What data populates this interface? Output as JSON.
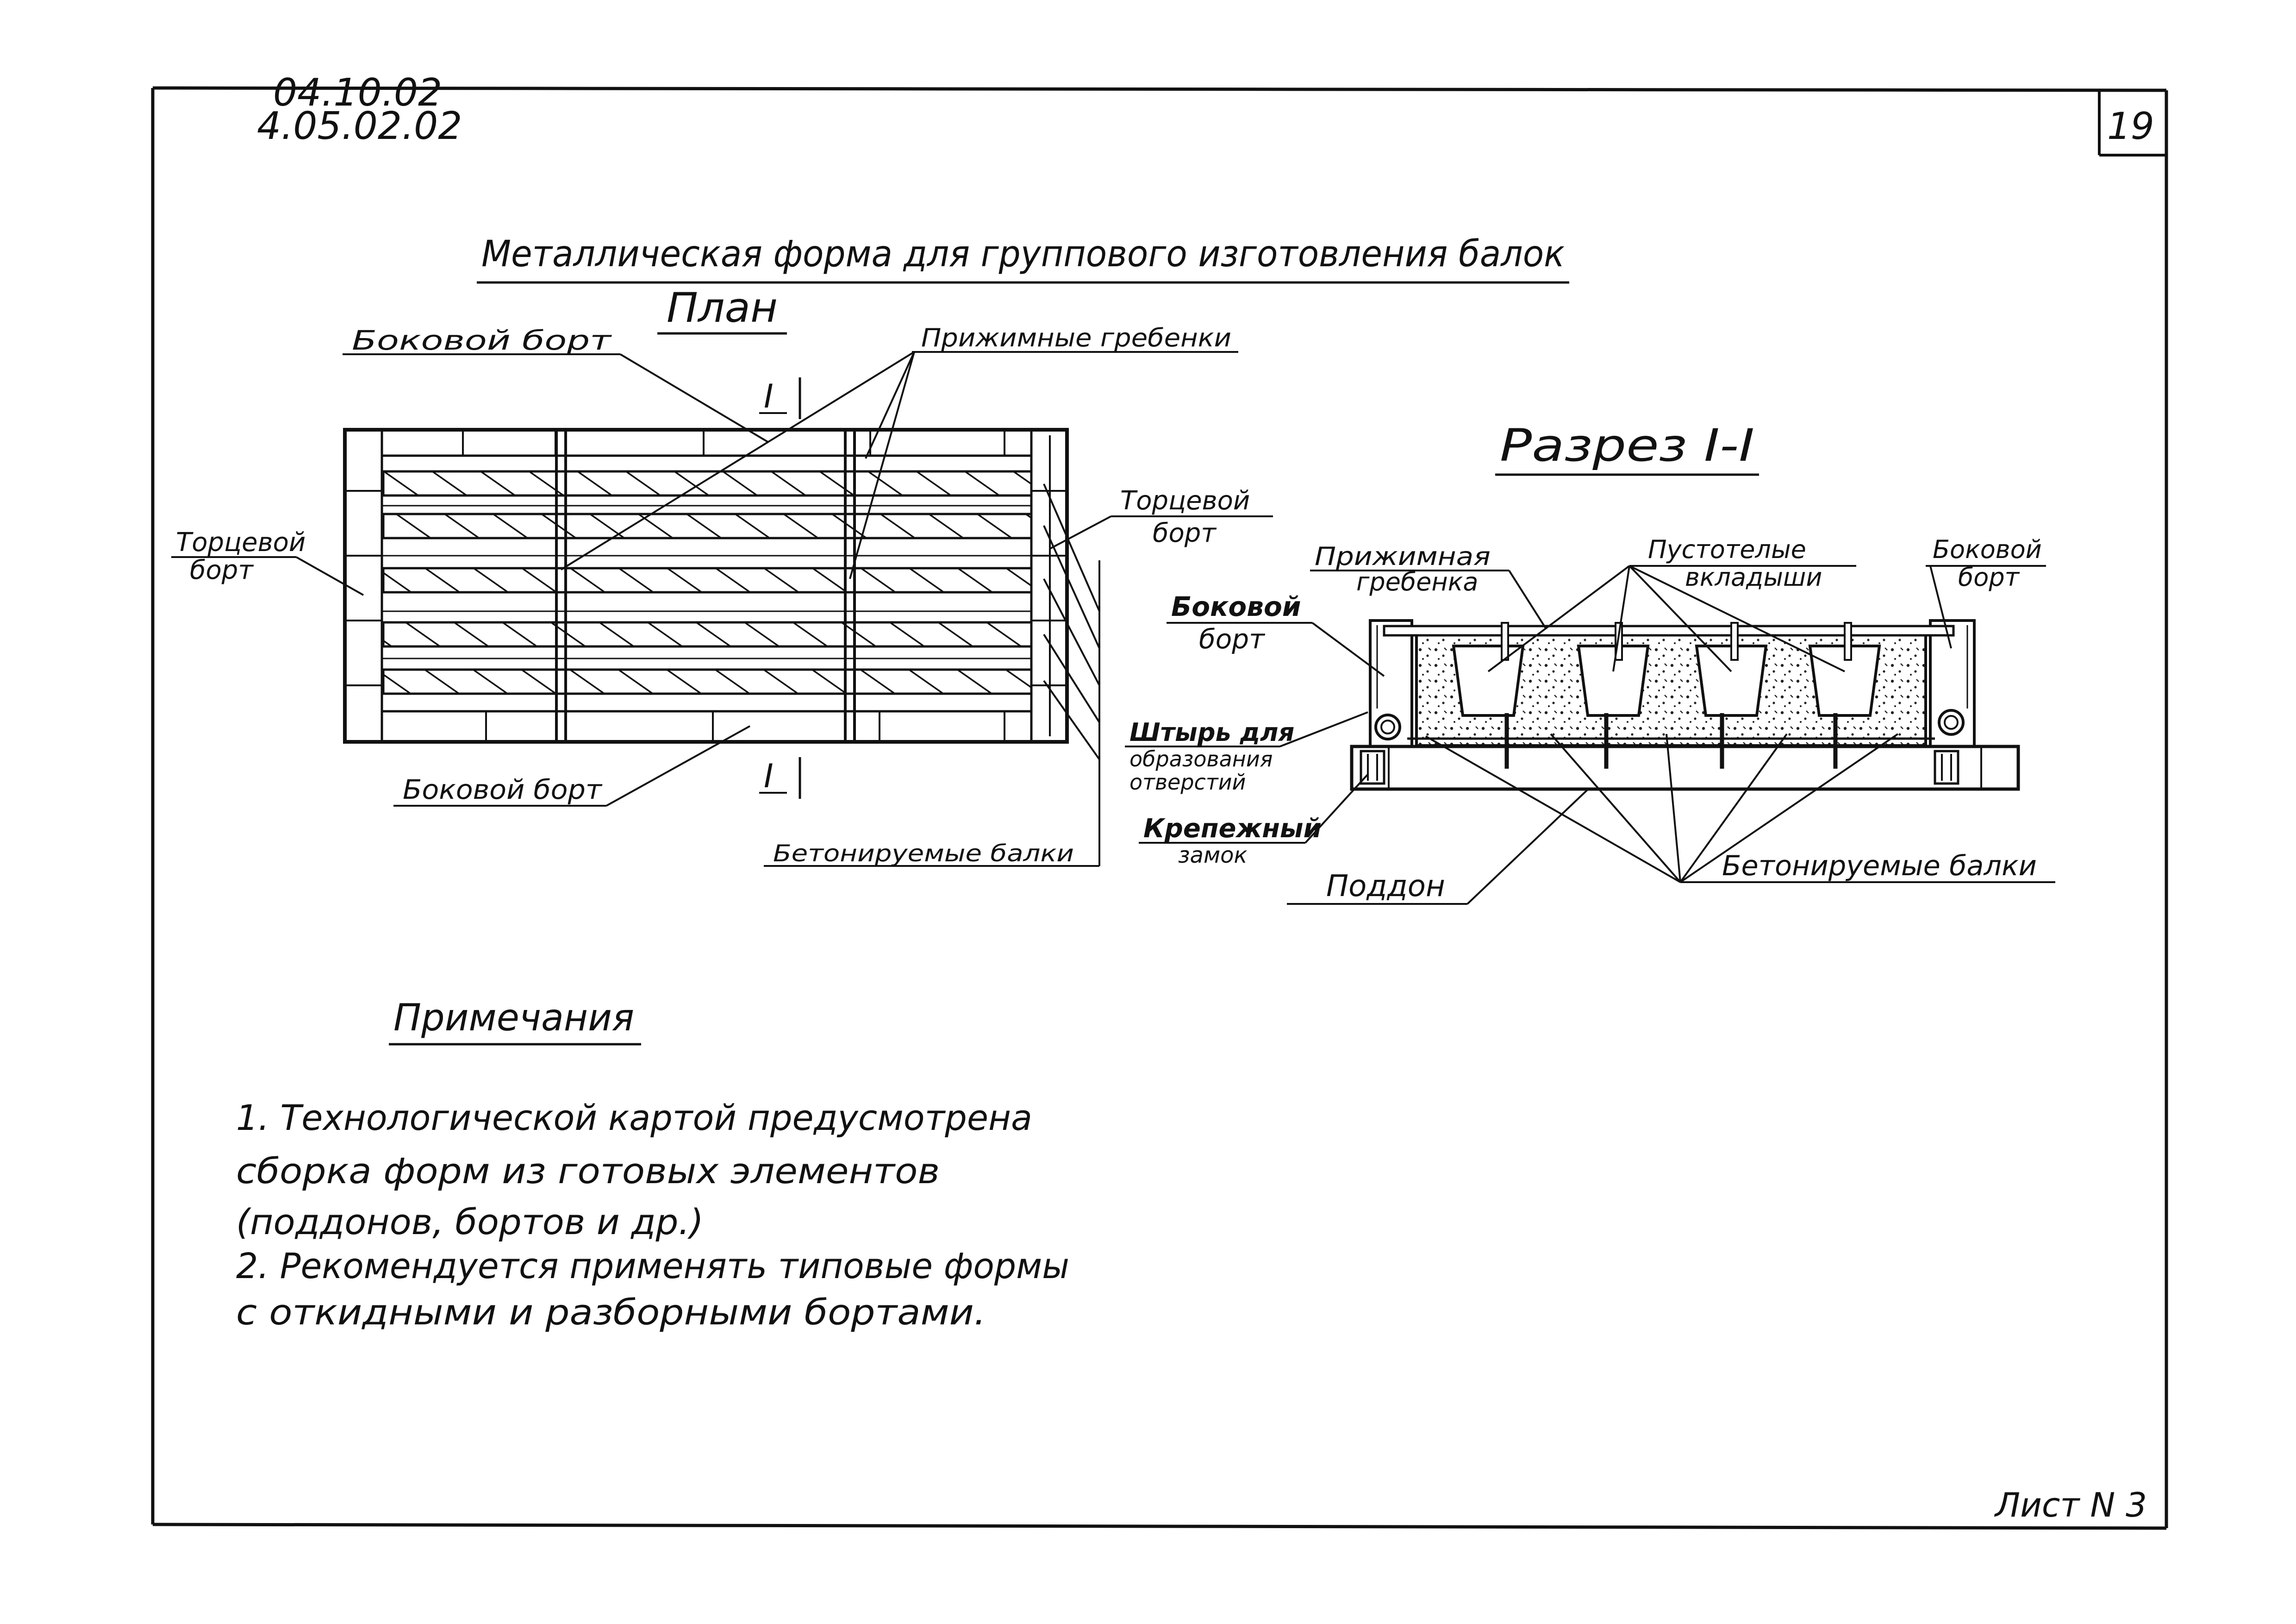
{
  "header": {
    "code_line1": "04.10.02",
    "code_line2": "4.05.02.02",
    "page_number": "19"
  },
  "title": "Металлическая форма для группового изготовления балок",
  "plan": {
    "title": "План",
    "section_mark_top": "I",
    "section_mark_bottom": "I",
    "labels": {
      "side_board_top": "Боковой борт",
      "pressing_combs": "Прижимные гребенки",
      "end_board_left_1": "Торцевой",
      "end_board_left_2": "борт",
      "end_board_right_1": "Торцевой",
      "end_board_right_2": "борт",
      "side_board_bottom": "Боковой борт",
      "concreted_beams": "Бетонируемые балки"
    }
  },
  "section": {
    "title": "Разрез I-I",
    "labels": {
      "pressing_comb_1": "Прижимная",
      "pressing_comb_2": "гребенка",
      "hollow_inserts_1": "Пустотелые",
      "hollow_inserts_2": "вкладыши",
      "side_board_right_1": "Боковой",
      "side_board_right_2": "борт",
      "side_board_left_1": "Боковой",
      "side_board_left_2": "борт",
      "pin_1": "Штырь для",
      "pin_2": "образования",
      "pin_3": "отверстий",
      "lock_1": "Крепежный",
      "lock_2": "замок",
      "pallet": "Поддон",
      "concreted_beams": "Бетонируемые балки"
    }
  },
  "notes": {
    "heading": "Примечания",
    "lines": [
      "1. Технологической картой предусмотрена",
      "сборка форм из готовых элементов",
      "(поддонов, бортов и др.)",
      "2. Рекомендуется применять типовые формы",
      "с откидными и разборными бортами."
    ]
  },
  "footer": {
    "sheet": "Лист N 3"
  }
}
